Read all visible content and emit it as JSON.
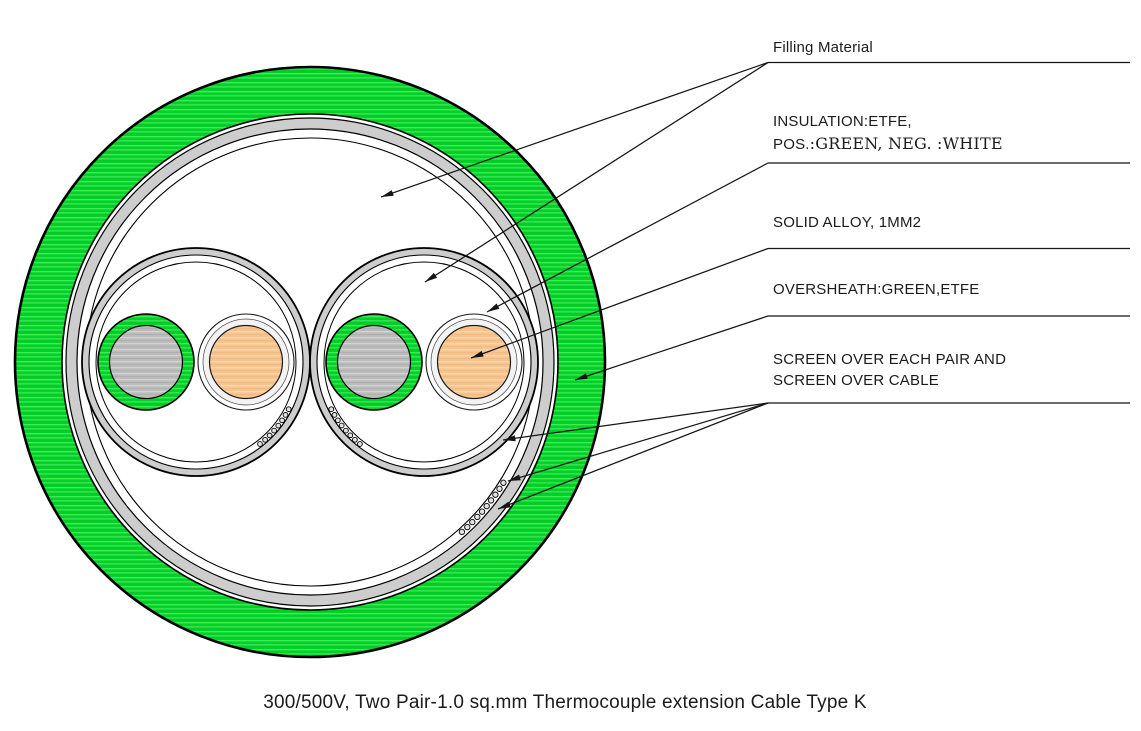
{
  "caption": "300/500V, Two Pair-1.0 sq.mm Thermocouple extension Cable Type K",
  "labels": {
    "filling": "Filling Material",
    "insulation": {
      "line1": "INSULATION:ETFE,",
      "pos_prefix": "POS.",
      "pos_detail": ":GREEN,  NEG. :WHITE"
    },
    "solid_alloy": "SOLID ALLOY, 1MM2",
    "oversheath": "OVERSHEATH:GREEN,ETFE",
    "screen": {
      "line1": "SCREEN OVER EACH PAIR AND",
      "line2": "SCREEN OVER CABLE"
    }
  },
  "colors": {
    "oversheath_green": "#04d128",
    "screen_gray": "#cdcdcd",
    "conductor_gray": "#bcbcbc",
    "conductor_orange": "#f7c48d",
    "insulation_white": "#f3f3f3",
    "line_black": "#151515"
  }
}
